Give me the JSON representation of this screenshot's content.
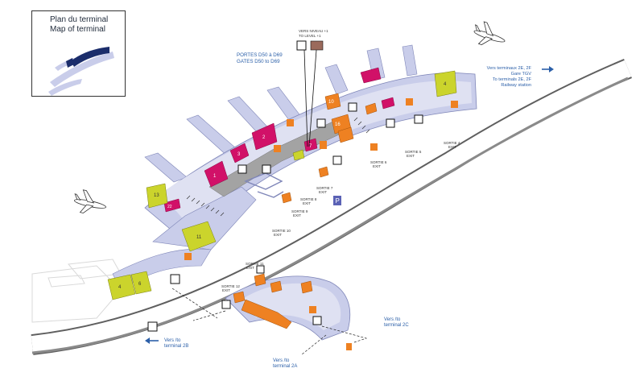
{
  "legend": {
    "title_fr": "Plan du terminal",
    "title_en": "Map of terminal"
  },
  "gates_label": {
    "fr": "PORTES D50 à D69",
    "en": "GATES D50 to D69"
  },
  "level_label": {
    "fr": "VERS NIVEAU +1",
    "en": "TO LEVEL +1"
  },
  "direction_2e2f": {
    "line1": "Vers terminaux 2E, 2F",
    "line2": "Gare TGV",
    "line3": "To terminals 2E, 2F",
    "line4": "Railway station"
  },
  "direction_2b": {
    "line1": "Vers  /to",
    "line2": "terminal 2B"
  },
  "direction_2c": {
    "line1": "Vers  /to",
    "line2": "terminal 2C"
  },
  "direction_2a": {
    "line1": "Vers  /to",
    "line2": "terminal 2A"
  },
  "exits": [
    {
      "label": "SORTIE 4",
      "sub": "EXIT"
    },
    {
      "label": "SORTIE 5",
      "sub": "EXIT"
    },
    {
      "label": "SORTIE 6",
      "sub": "EXIT"
    },
    {
      "label": "SORTIE 7",
      "sub": "EXIT"
    },
    {
      "label": "SORTIE 8",
      "sub": "EXIT"
    },
    {
      "label": "SORTIE 9",
      "sub": "EXIT"
    },
    {
      "label": "SORTIE 10",
      "sub": "EXIT"
    },
    {
      "label": "SORTIE 11",
      "sub": "EXIT"
    },
    {
      "label": "SORTIE 12",
      "sub": "EXIT"
    }
  ],
  "zone_numbers": {
    "m1": "1",
    "m2": "2",
    "m3": "3",
    "m7": "7",
    "m22": "22",
    "y4": "4",
    "y11": "11",
    "y13": "13",
    "y4b": "4",
    "y6": "6",
    "o10": "10",
    "o16": "16"
  },
  "colors": {
    "terminal": "#c9cdea",
    "terminal_top": "#e4e6f4",
    "road": "#ffffff",
    "road_edge": "#6b6b6b",
    "magenta": "#d11168",
    "yellow": "#cbd42c",
    "orange": "#ee8122",
    "gray": "#a3a3a3",
    "blue_text": "#2b5fa8",
    "parking": "#5b62b5"
  }
}
